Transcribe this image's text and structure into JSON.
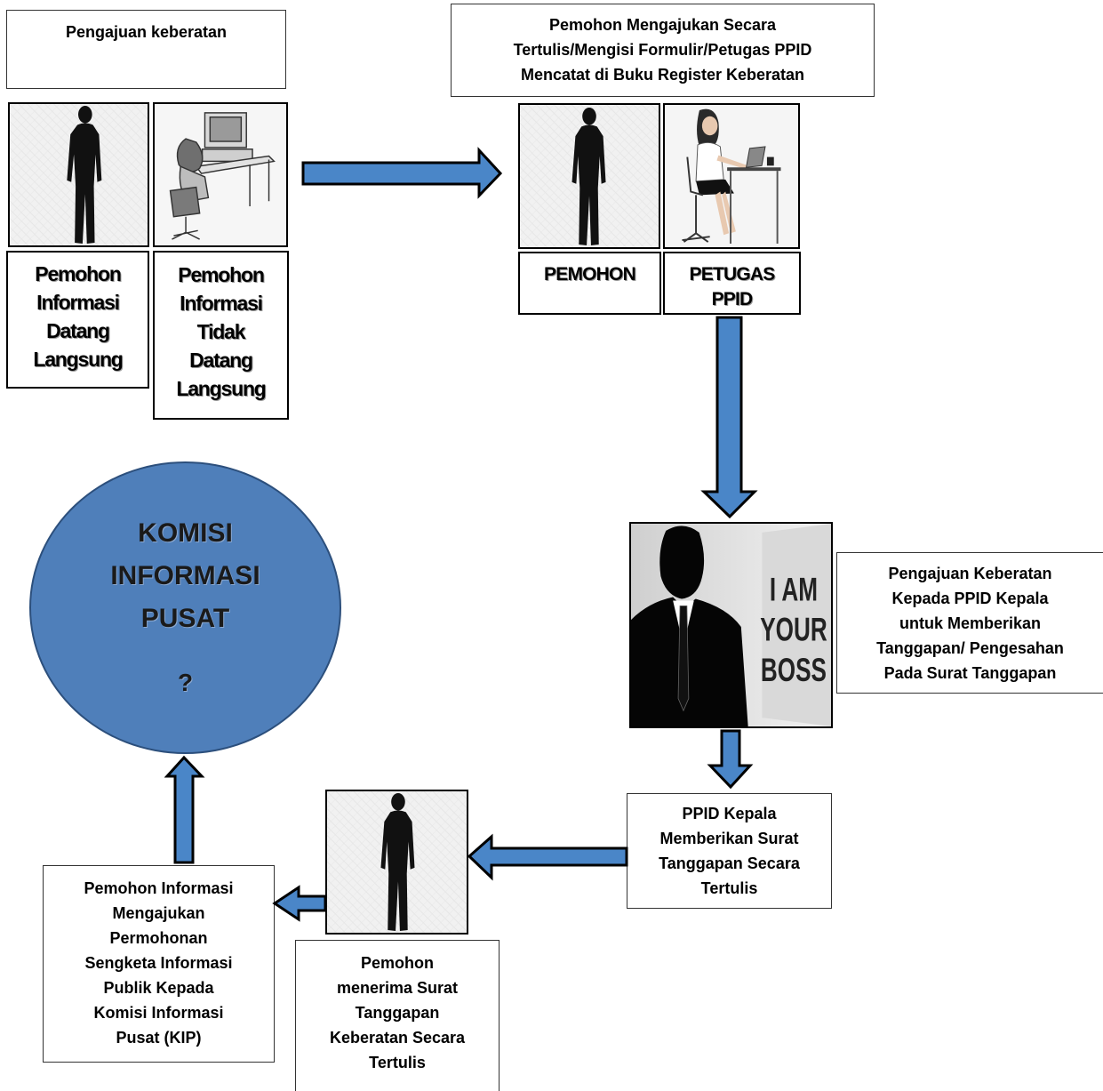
{
  "header_left": {
    "title": "Pengajuan keberatan"
  },
  "header_right": {
    "lines": [
      "Pemohon Mengajukan Secara",
      "Tertulis/Mengisi Formulir/Petugas PPID",
      "Mencatat di Buku Register Keberatan"
    ]
  },
  "left_labels": {
    "direct": [
      "Pemohon",
      "Informasi",
      "Datang",
      "Langsung"
    ],
    "indirect": [
      "Pemohon",
      "Informasi",
      "Tidak",
      "Datang",
      "Langsung"
    ]
  },
  "right_labels": {
    "applicant": "PEMOHON",
    "officer": [
      "PETUGAS",
      "PPID"
    ]
  },
  "boss_image": {
    "sign_lines": [
      "I AM",
      "YOUR",
      "BOSS"
    ]
  },
  "boss_caption": {
    "lines": [
      "Pengajuan Keberatan",
      "Kepada PPID Kepala",
      "untuk Memberikan",
      "Tanggapan/ Pengesahan",
      "Pada Surat Tanggapan"
    ]
  },
  "ppid_box": {
    "lines": [
      "PPID Kepala",
      "Memberikan Surat",
      "Tanggapan Secara",
      "Tertulis"
    ]
  },
  "receive_box": {
    "lines": [
      "Pemohon",
      "menerima Surat",
      "Tanggapan",
      "Keberatan Secara",
      "Tertulis"
    ]
  },
  "dispute_box": {
    "lines": [
      "Pemohon Informasi",
      "Mengajukan",
      "Permohonan",
      "Sengketa Informasi",
      "Publik Kepada",
      "Komisi Informasi",
      "Pusat (KIP)"
    ]
  },
  "commission": {
    "lines": [
      "KOMISI",
      "INFORMASI",
      "PUSAT"
    ],
    "question": "?"
  },
  "colors": {
    "arrow_fill": "#4a86c8",
    "circle_fill": "#4f7fba",
    "border": "#000000"
  },
  "icons": [
    "standing-man-silhouette-icon",
    "person-at-computer-icon",
    "woman-at-desk-icon",
    "boss-silhouette-icon"
  ]
}
